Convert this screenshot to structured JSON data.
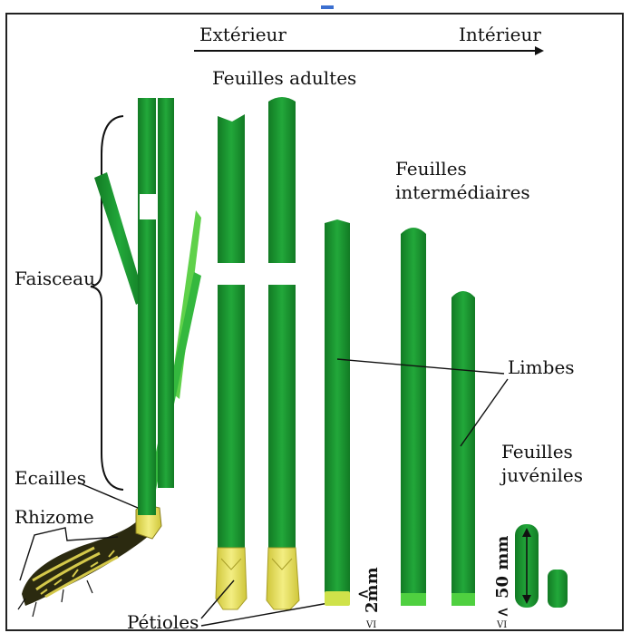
{
  "labels": {
    "exterior": "Extérieur",
    "interior": "Intérieur",
    "adult_leaves": "Feuilles adultes",
    "intermediate_leaves_line1": "Feuilles",
    "intermediate_leaves_line2": "intermédiaires",
    "bundle": "Faisceau",
    "limbs": "Limbes",
    "juvenile_leaves_line1": "Feuilles",
    "juvenile_leaves_line2": "juvéniles",
    "scales": "Ecailles",
    "rhizome": "Rhizome",
    "petioles": "Pétioles",
    "scale_2mm": "2mm",
    "scale_50mm": "50 mm",
    "scale_lt": "<",
    "scale_vi": "VI"
  },
  "colors": {
    "leaf_green": "#22a83a",
    "leaf_dark": "#127a24",
    "leaf_light": "#5fd14a",
    "petiole_yellow": "#e9e46a",
    "rhizome_dark": "#2b2a10",
    "rhizome_yellow": "#d4c84a"
  }
}
